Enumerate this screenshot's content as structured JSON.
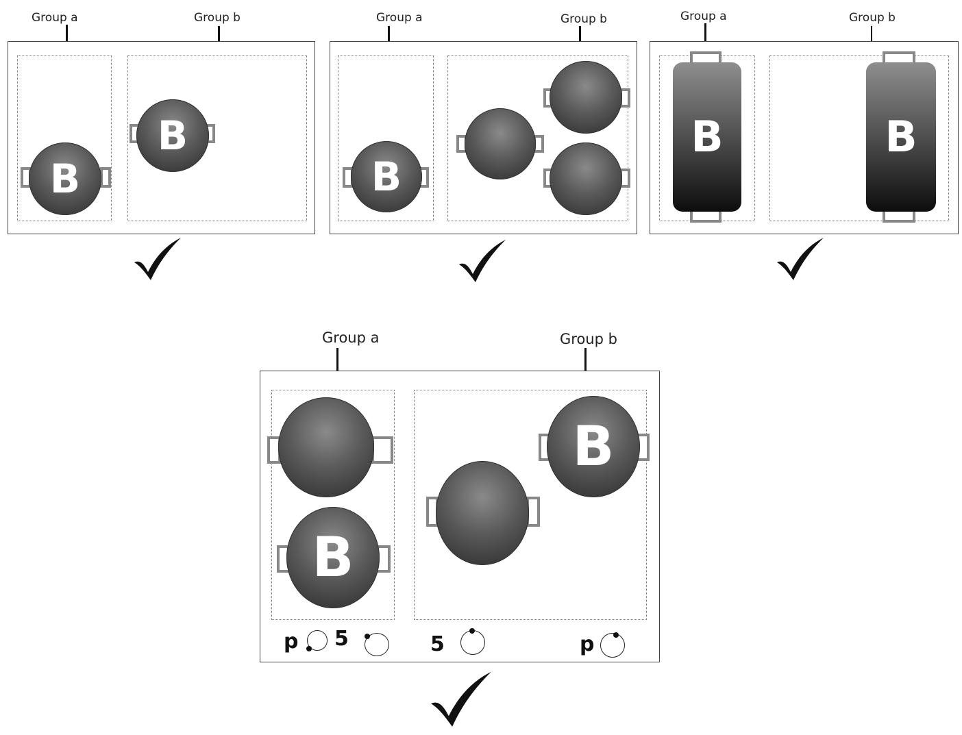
{
  "labels": {
    "group_a": "Group a",
    "group_b": "Group b",
    "burner_letter": "B",
    "control_p": "p",
    "control_5": "5"
  },
  "icons": [
    "check-mark-icon",
    "knob-icon"
  ],
  "colors": {
    "burner_dark": "#2a2a2a",
    "handle": "#888888",
    "outline": "#444444"
  }
}
